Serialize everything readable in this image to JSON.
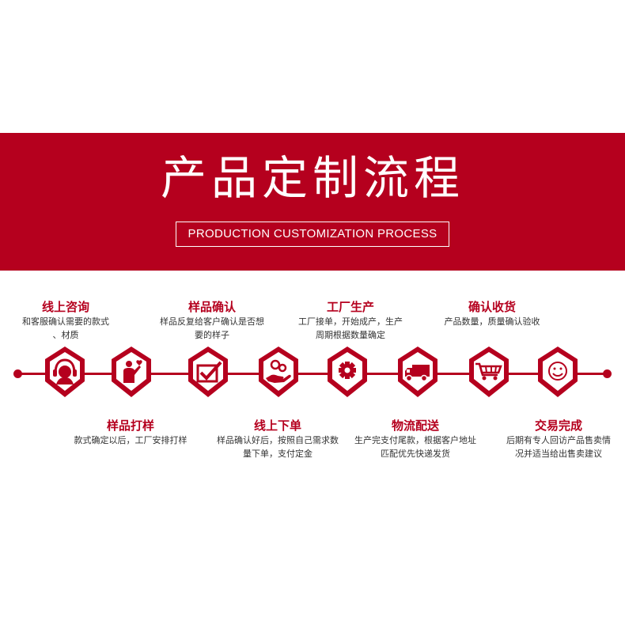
{
  "banner": {
    "title": "产品定制流程",
    "subtitle": "PRODUCTION CUSTOMIZATION PROCESS"
  },
  "colors": {
    "brand_red": "#b5001e",
    "text_dark": "#333333"
  },
  "steps": [
    {
      "title": "线上咨询",
      "desc1": "和客服确认需要的款式",
      "desc2": "、材质",
      "icon": "headset-support-icon"
    },
    {
      "title": "样品打样",
      "desc1": "款式确定以后，工厂安排打样",
      "desc2": "",
      "icon": "presenter-icon"
    },
    {
      "title": "样品确认",
      "desc1": "样品反复给客户确认是否想",
      "desc2": "要的样子",
      "icon": "checkbox-check-icon"
    },
    {
      "title": "线上下单",
      "desc1": "样品确认好后，按照自己需求数",
      "desc2": "量下单，支付定金",
      "icon": "coins-hand-icon"
    },
    {
      "title": "工厂生产",
      "desc1": "工厂接单，开始成产，生产",
      "desc2": "周期根据数量确定",
      "icon": "gear-icon"
    },
    {
      "title": "物流配送",
      "desc1": "生产完支付尾款，根据客户地址",
      "desc2": "匹配优先快递发货",
      "icon": "delivery-truck-icon"
    },
    {
      "title": "确认收货",
      "desc1": "产品数量，质量确认验收",
      "desc2": "",
      "icon": "shopping-cart-icon"
    },
    {
      "title": "交易完成",
      "desc1": "后期有专人回访产品售卖情",
      "desc2": "况并适当给出售卖建议",
      "icon": "smiley-face-icon"
    }
  ]
}
